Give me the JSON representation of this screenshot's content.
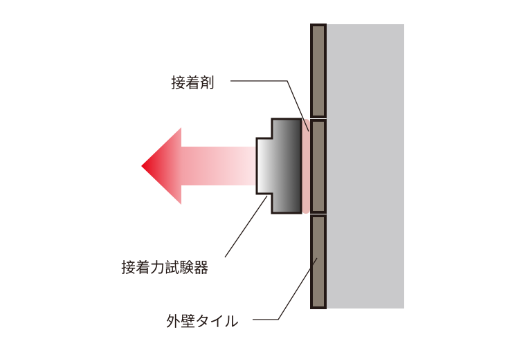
{
  "labels": {
    "adhesive": "接着剤",
    "tester": "接着力試験器",
    "tile": "外壁タイル"
  },
  "colors": {
    "arrow": "#e60012",
    "adhesive": "#e8b8b4",
    "tile": "#8a7f72",
    "tile_border": "#231815",
    "wall": "#c9c9cb"
  }
}
